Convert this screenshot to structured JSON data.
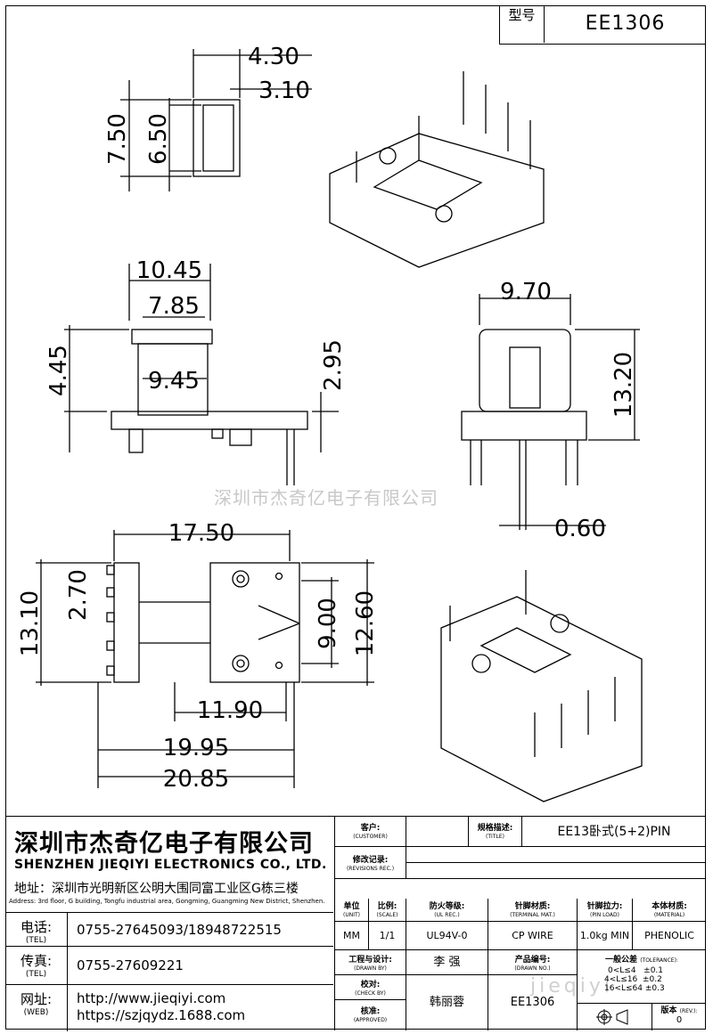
{
  "model": {
    "label": "型号",
    "value": "EE1306"
  },
  "dimensions": {
    "A": "4.30",
    "B": "3.10",
    "C": "7.50",
    "D": "6.50",
    "E": "7.85",
    "F": "10.45",
    "G": "4.45",
    "H": "9.45",
    "I": "2.95",
    "J": "9.70",
    "K": "13.20",
    "L": "0.60",
    "M": "13.10",
    "N": "2.70",
    "O": "17.50",
    "P": "9.00",
    "Q": "12.60",
    "R": "20.85",
    "S": "19.95",
    "T": "11.90"
  },
  "watermark": "深圳市杰奇亿电子有限公司",
  "watermark_site": "jieqiyi",
  "company": {
    "name_cn": "深圳市杰奇亿电子有限公司",
    "name_en": "SHENZHEN JIEQIYI ELECTRONICS CO., LTD.",
    "address_label": "地址：",
    "address": "深圳市光明新区公明大围同富工业区G栋三楼",
    "address_en": "Address: 3rd floor, G building, Tongfu industrial area, Gongming, Guangming New District, Shenzhen.",
    "tel_label": "电话:",
    "tel_label_en": "(TEL)",
    "tel": "0755-27645093/18948722515",
    "fax_label": "传真:",
    "fax_label_en": "(TEL)",
    "fax": "0755-27609221",
    "web_label": "网址:",
    "web_label_en": "(WEB)",
    "web1": "http://www.jieqiyi.com",
    "web2": "https://szjqydz.1688.com"
  },
  "title_block": {
    "customer_label": "客户:",
    "customer_label_en": "(CUSTOMER)",
    "title_label": "规格描述:",
    "title_label_en": "(TITLE)",
    "title": "EE13卧式(5+2)PIN",
    "revisions_label": "修改记录:",
    "revisions_label_en": "(REVISIONS REC.)",
    "unit_label": "单位",
    "unit_label_en": "(UNIT)",
    "unit": "MM",
    "scale_label": "比例:",
    "scale_label_en": "(SCALE)",
    "scale": "1/1",
    "ul_label": "防火等级:",
    "ul_label_en": "(UL REC.)",
    "ul": "UL94V-0",
    "pin_mat_label": "针脚材质:",
    "pin_mat_label_en": "(TERMINAL MAT.)",
    "pin_mat": "CP WIRE",
    "pin_load_label": "针脚拉力:",
    "pin_load_label_en": "(PIN LOAD)",
    "pin_load": "1.0kg MIN",
    "material_label": "本体材质:",
    "material_label_en": "(MATERIAL)",
    "material": "PHENOLIC",
    "drawn_label": "工程与设计:",
    "drawn_label_en": "(DRAWN BY)",
    "drawn": "李 强",
    "check_label": "校对:",
    "check_label_en": "(CHECK BY)",
    "approved_label": "核准:",
    "approved_label_en": "(APPROVED)",
    "approved": "韩丽蓉",
    "product_no_label": "产品编号:",
    "product_no_label_en": "(DRAWN NO.)",
    "product_no": "EE1306",
    "tolerance_label": "一般公差",
    "tolerance_label_en": "(TOLERANCE):",
    "tol1": "0<L≤4",
    "tol1v": "±0.1",
    "tol2": "4<L≤16",
    "tol2v": "±0.2",
    "tol3": "16<L≤64",
    "tol3v": "±0.3",
    "rev_label": "版本",
    "rev_label_en": "(REV.):",
    "rev": "0"
  }
}
